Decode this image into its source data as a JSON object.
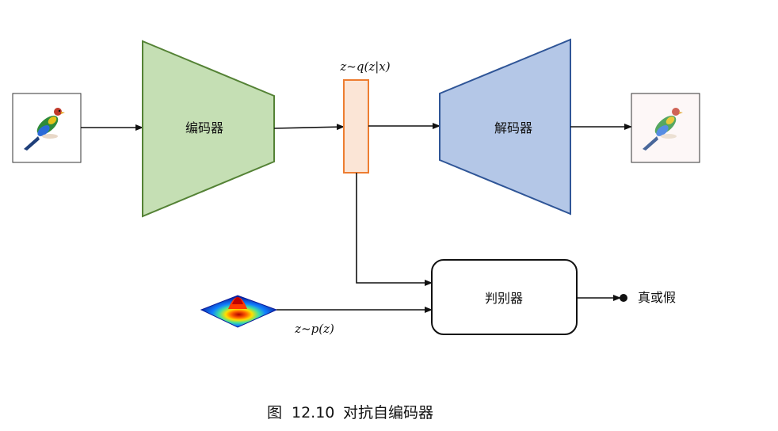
{
  "diagram": {
    "encoder_label": "编码器",
    "decoder_label": "解码器",
    "discriminator_label": "判别器",
    "latent_label": "z~q(z|x)",
    "prior_label": "z~p(z)",
    "output_label": "真或假",
    "colors": {
      "encoder_fill": "#c5dfb4",
      "encoder_stroke": "#548235",
      "decoder_fill": "#b4c7e7",
      "decoder_stroke": "#2f5597",
      "latent_fill": "#fbe5d6",
      "latent_stroke": "#ed7d31"
    },
    "icons": {
      "input": "bird-image",
      "output": "reconstructed-bird-image",
      "prior": "gaussian-surface-plot"
    }
  },
  "caption": {
    "figure_label": "图",
    "figure_number": "12.10",
    "title": "对抗自编码器"
  }
}
